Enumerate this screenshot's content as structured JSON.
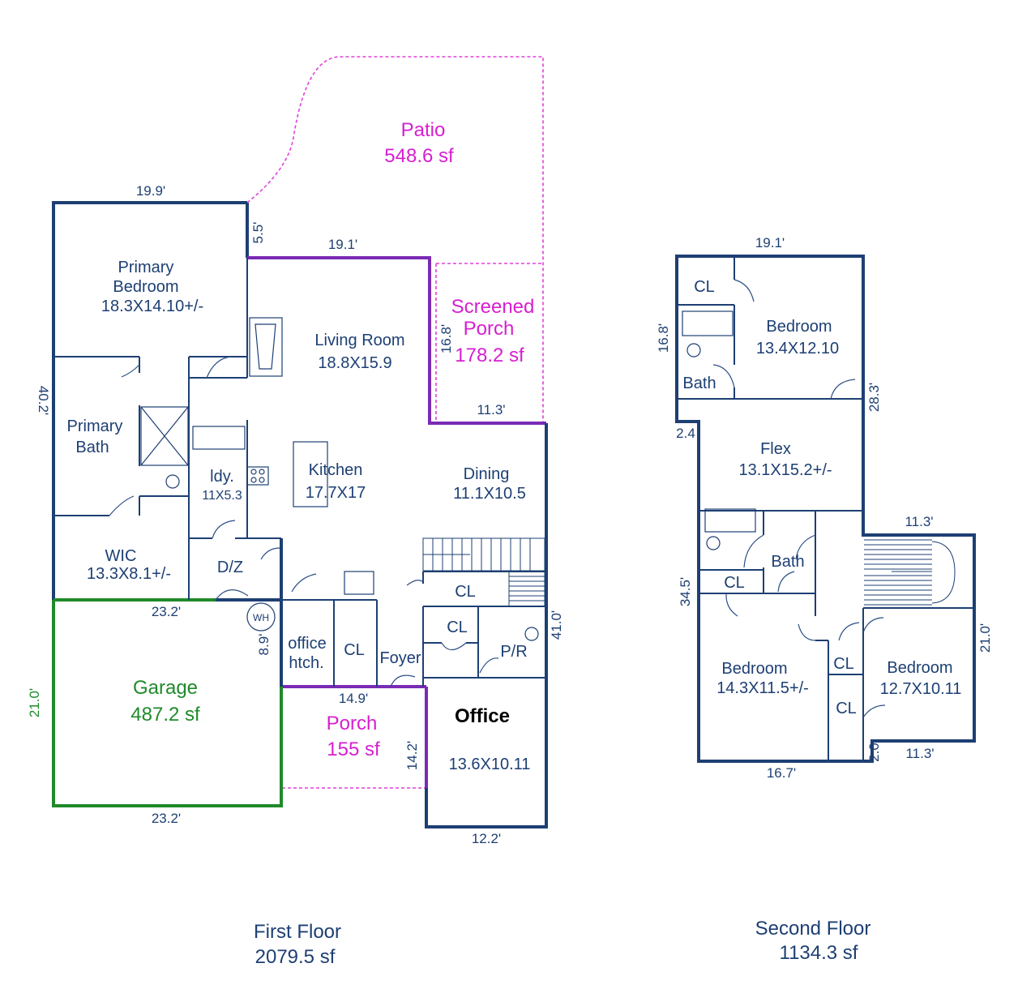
{
  "first_floor": {
    "title": "First Floor",
    "area": "2079.5 sf",
    "patio": {
      "name": "Patio",
      "area": "548.6 sf"
    },
    "screened_porch": {
      "name1": "Screened",
      "name2": "Porch",
      "area": "178.2 sf"
    },
    "porch": {
      "name": "Porch",
      "area": "155 sf"
    },
    "garage": {
      "name": "Garage",
      "area": "487.2 sf"
    },
    "rooms": {
      "primary_bedroom": {
        "line1": "Primary",
        "line2": "Bedroom",
        "size": "18.3X14.10+/-"
      },
      "living_room": {
        "name": "Living Room",
        "size": "18.8X15.9"
      },
      "primary_bath": {
        "line1": "Primary",
        "line2": "Bath"
      },
      "laundry": {
        "name": "ldy.",
        "size": "11X5.3"
      },
      "kitchen": {
        "name": "Kitchen",
        "size": "17.7X17"
      },
      "dining": {
        "name": "Dining",
        "size": "11.1X10.5"
      },
      "wic": {
        "name": "WIC",
        "size": "13.3X8.1+/-"
      },
      "dz": {
        "name": "D/Z"
      },
      "cl_stair": {
        "name": "CL"
      },
      "cl_foyer": {
        "name": "CL"
      },
      "cl_office": {
        "name": "CL"
      },
      "pr": {
        "name": "P/R"
      },
      "office_htch": {
        "line1": "office",
        "line2": "htch."
      },
      "foyer": {
        "name": "Foyer"
      },
      "office": {
        "name": "Office",
        "size": "13.6X10.11"
      },
      "wh": {
        "name": "WH"
      }
    },
    "dims": {
      "top_left": "19.9'",
      "notch": "5.5'",
      "living_top": "19.1'",
      "porch_side": "16.8'",
      "dining_top": "11.3'",
      "left_side": "40.2'",
      "right_side": "41.0'",
      "garage_top": "23.2'",
      "garage_bottom": "23.2'",
      "garage_side": "21.0'",
      "dz_side": "8.9'",
      "porch_top": "14.9'",
      "porch_right": "14.2'",
      "office_bottom": "12.2'"
    }
  },
  "second_floor": {
    "title": "Second Floor",
    "area": "1134.3 sf",
    "rooms": {
      "cl_top": {
        "name": "CL"
      },
      "bedroom_top": {
        "name": "Bedroom",
        "size": "13.4X12.10"
      },
      "bath_top": {
        "name": "Bath"
      },
      "flex": {
        "name": "Flex",
        "size": "13.1X15.2+/-"
      },
      "bath_mid": {
        "name": "Bath"
      },
      "cl_mid": {
        "name": "CL"
      },
      "bedroom_left": {
        "name": "Bedroom",
        "size": "14.3X11.5+/-"
      },
      "cl_a": {
        "name": "CL"
      },
      "cl_b": {
        "name": "CL"
      },
      "bedroom_right": {
        "name": "Bedroom",
        "size": "12.7X10.11"
      }
    },
    "dims": {
      "top": "19.1'",
      "left_upper": "16.8'",
      "right_upper": "28.3'",
      "jog": "2.4",
      "stair_top": "11.3'",
      "left_lower": "34.5'",
      "right_lower": "21.0'",
      "bottom": "16.7'",
      "small": "2.0",
      "bottom_right": "11.3'"
    }
  }
}
